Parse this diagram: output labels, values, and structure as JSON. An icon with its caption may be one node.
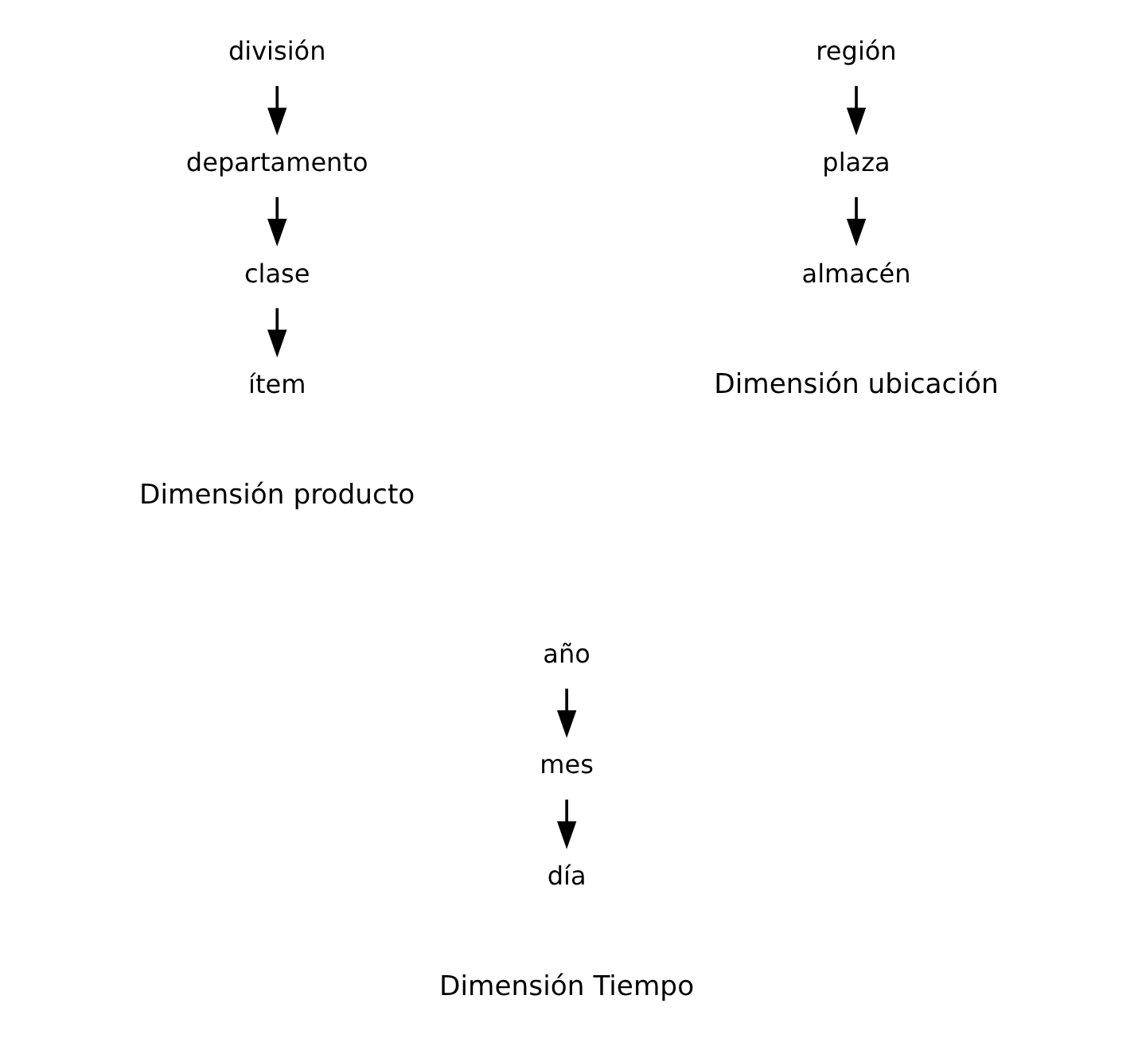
{
  "diagram": {
    "nodes": [
      {
        "text": [
          "división"
        ]
      },
      {
        "text": [
          "departamento"
        ]
      },
      {
        "text": [
          "clase"
        ]
      },
      {
        "text": [
          "ítem"
        ]
      },
      {
        "text": [
          "región"
        ]
      },
      {
        "text": [
          "plaza"
        ]
      },
      {
        "text": [
          "almacén"
        ]
      },
      {
        "text": [
          "año"
        ]
      },
      {
        "text": [
          "mes"
        ]
      },
      {
        "text": [
          "día"
        ]
      }
    ],
    "edges": [
      {
        "from": 0,
        "to": 1,
        "arrow": "to"
      },
      {
        "from": 1,
        "to": 2,
        "arrow": "to"
      },
      {
        "from": 2,
        "to": 3,
        "arrow": "to"
      },
      {
        "from": 4,
        "to": 5,
        "arrow": "to"
      },
      {
        "from": 5,
        "to": 6,
        "arrow": "to"
      },
      {
        "from": 7,
        "to": 8,
        "arrow": "to"
      },
      {
        "from": 8,
        "to": 9,
        "arrow": "to"
      }
    ],
    "labels": [
      "Dimensión producto",
      "Dimensión ubicación",
      "Dimensión Tiempo"
    ]
  }
}
